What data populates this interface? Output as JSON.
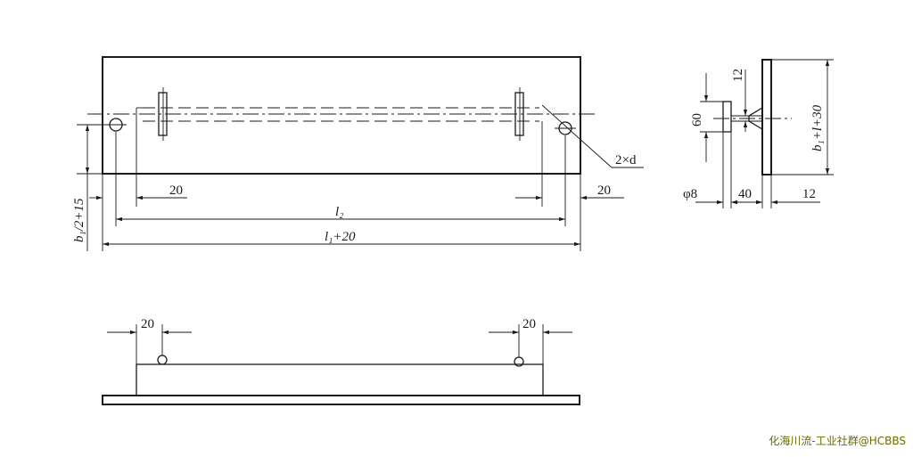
{
  "dimensions": {
    "top_left_20": "20",
    "top_right_20": "20",
    "l2": "l₂",
    "l1_plus_20": "l₁+20",
    "b1_half_plus_15": "b₁/2+15",
    "two_x_d": "2×d",
    "side_60": "60",
    "side_12_top": "12",
    "side_b1_plus_l_plus_30": "b₁+l+30",
    "side_phi8": "φ8",
    "side_40": "40",
    "side_12_bottom": "12",
    "bottom_left_20": "20",
    "bottom_right_20": "20"
  },
  "watermark": "化海川流-工业社群@HCBBS"
}
